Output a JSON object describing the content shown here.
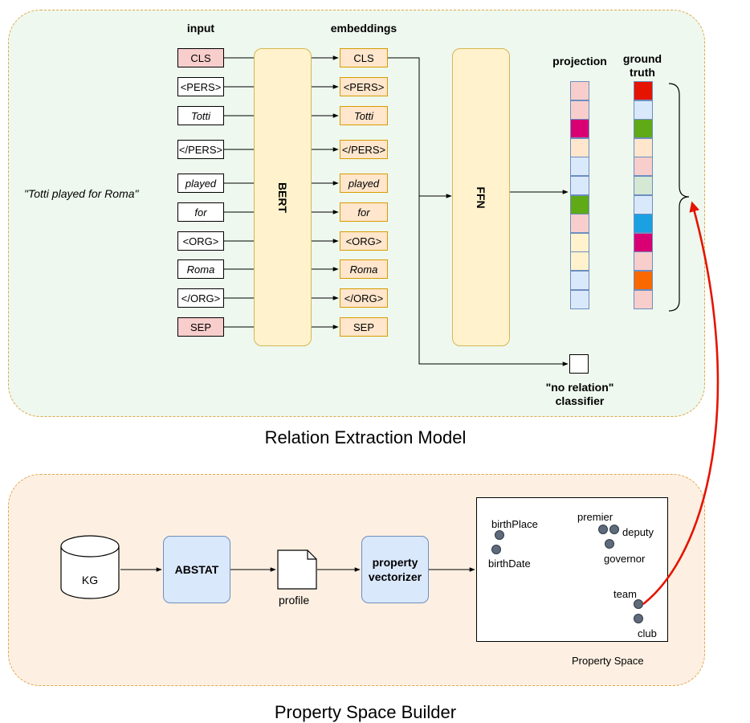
{
  "top_title": "Relation Extraction Model",
  "bottom_title": "Property Space Builder",
  "sentence": "\"Totti played for Roma\"",
  "headers": {
    "input": "input",
    "embeddings": "embeddings",
    "projection": "projection",
    "ground_truth": "ground\ntruth"
  },
  "tokens": [
    "CLS",
    "<PERS>",
    "Totti",
    "</PERS>",
    "played",
    "for",
    "<ORG>",
    "Roma",
    "</ORG>",
    "SEP"
  ],
  "bert_label": "BERT",
  "ffn_label": "FFN",
  "no_relation": "\"no relation\"\nclassifier",
  "projection_colors": [
    "#f8cecc",
    "#f8cecc",
    "#d80073",
    "#ffe6cc",
    "#dae8fc",
    "#dae8fc",
    "#60a917",
    "#f8cecc",
    "#fff2cc",
    "#fff2cc",
    "#dae8fc",
    "#dae8fc"
  ],
  "ground_truth_colors": [
    "#e51400",
    "#dae8fc",
    "#60a917",
    "#ffe6cc",
    "#f8cecc",
    "#d5e8d4",
    "#dae8fc",
    "#1ba1e2",
    "#d80073",
    "#f8cecc",
    "#fa6800",
    "#f8cecc"
  ],
  "builder": {
    "kg": "KG",
    "abstat": "ABSTAT",
    "profile": "profile",
    "vectorizer": "property\nvectorizer",
    "space_label": "Property Space",
    "points": [
      "birthPlace",
      "birthDate",
      "premier",
      "deputy",
      "governor",
      "team",
      "club"
    ]
  }
}
